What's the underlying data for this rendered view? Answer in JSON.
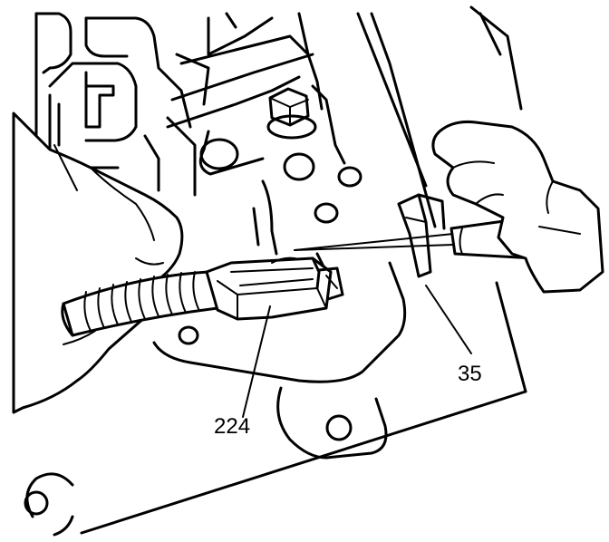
{
  "callouts": [
    {
      "id": "224",
      "text": "224"
    },
    {
      "id": "35",
      "text": "35"
    }
  ],
  "colors": {
    "line": "#000000",
    "background": "#ffffff"
  }
}
